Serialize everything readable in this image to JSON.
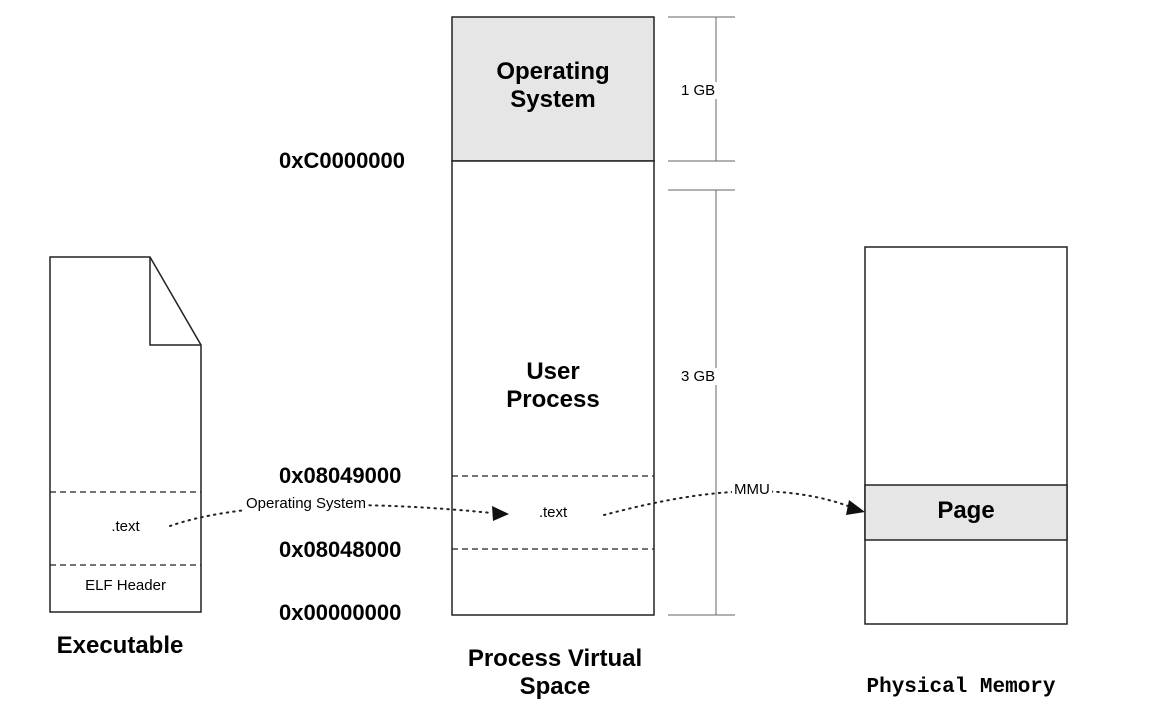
{
  "colors": {
    "shaded": "#e6e6e6",
    "stroke": "#222222",
    "dim": "#666666"
  },
  "executable": {
    "text_section": ".text",
    "header_section": "ELF Header",
    "caption": "Executable"
  },
  "virtual_space": {
    "os_region": "Operating System",
    "user_region": "User Process",
    "text_region": ".text",
    "caption": "Process Virtual Space",
    "size_os": "1 GB",
    "size_user": "3 GB",
    "addresses": {
      "kernel_base": "0xC0000000",
      "text_end": "0x08049000",
      "text_start": "0x08048000",
      "zero": "0x00000000"
    }
  },
  "physical_memory": {
    "page": "Page",
    "caption": "Physical Memory"
  },
  "arrows": {
    "load_label": "Operating System",
    "map_label": "MMU"
  },
  "icons": [
    "document-icon",
    "arrowhead-icon"
  ]
}
